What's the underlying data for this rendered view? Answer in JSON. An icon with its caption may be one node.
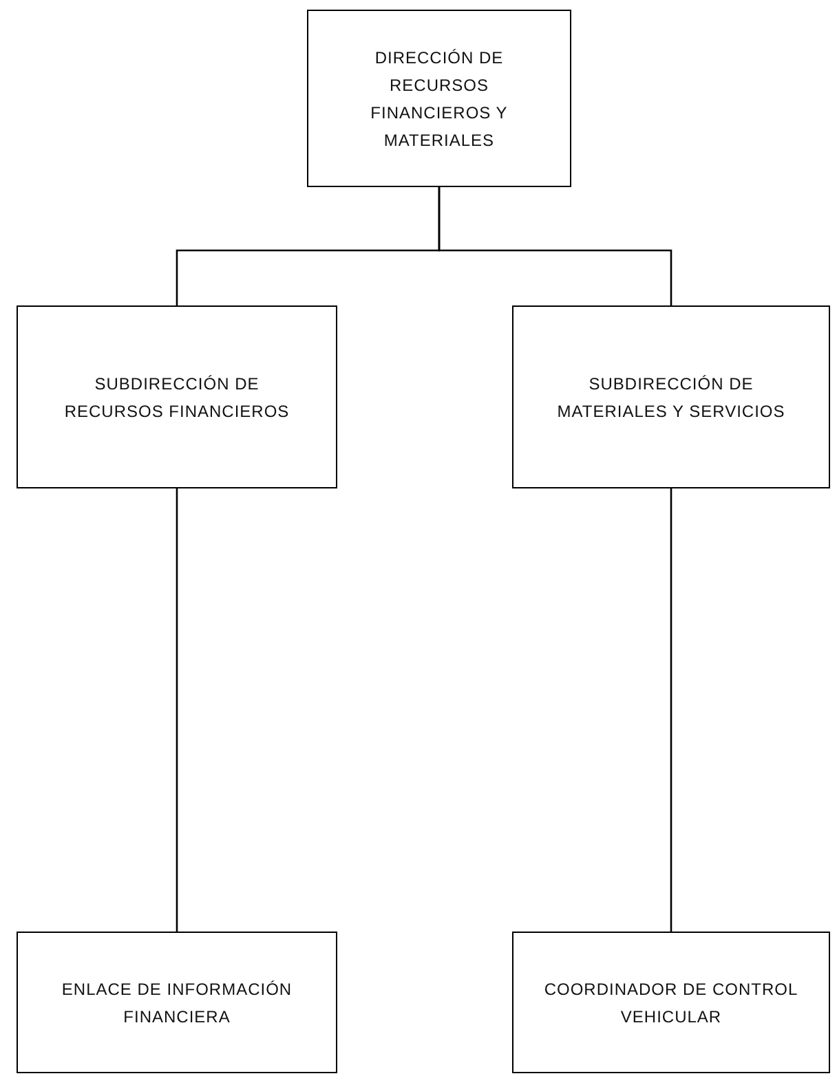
{
  "diagram": {
    "nodes": [
      {
        "text": [
          "DIRECCIÓN DE RECURSOS FINANCIEROS Y MATERIALES"
        ]
      },
      {
        "text": [
          "SUBDIRECCIÓN DE RECURSOS FINANCIEROS"
        ]
      },
      {
        "text": [
          "SUBDIRECCIÓN DE MATERIALES Y SERVICIOS"
        ]
      },
      {
        "text": [
          "ENLACE DE INFORMACIÓN FINANCIERA"
        ]
      },
      {
        "text": [
          "COORDINADOR DE CONTROL VEHICULAR"
        ]
      }
    ],
    "edges": [
      {
        "from": 0,
        "to": 1,
        "arrow": "none"
      },
      {
        "from": 0,
        "to": 2,
        "arrow": "none"
      },
      {
        "from": 1,
        "to": 3,
        "arrow": "none"
      },
      {
        "from": 2,
        "to": 4,
        "arrow": "none"
      }
    ]
  }
}
